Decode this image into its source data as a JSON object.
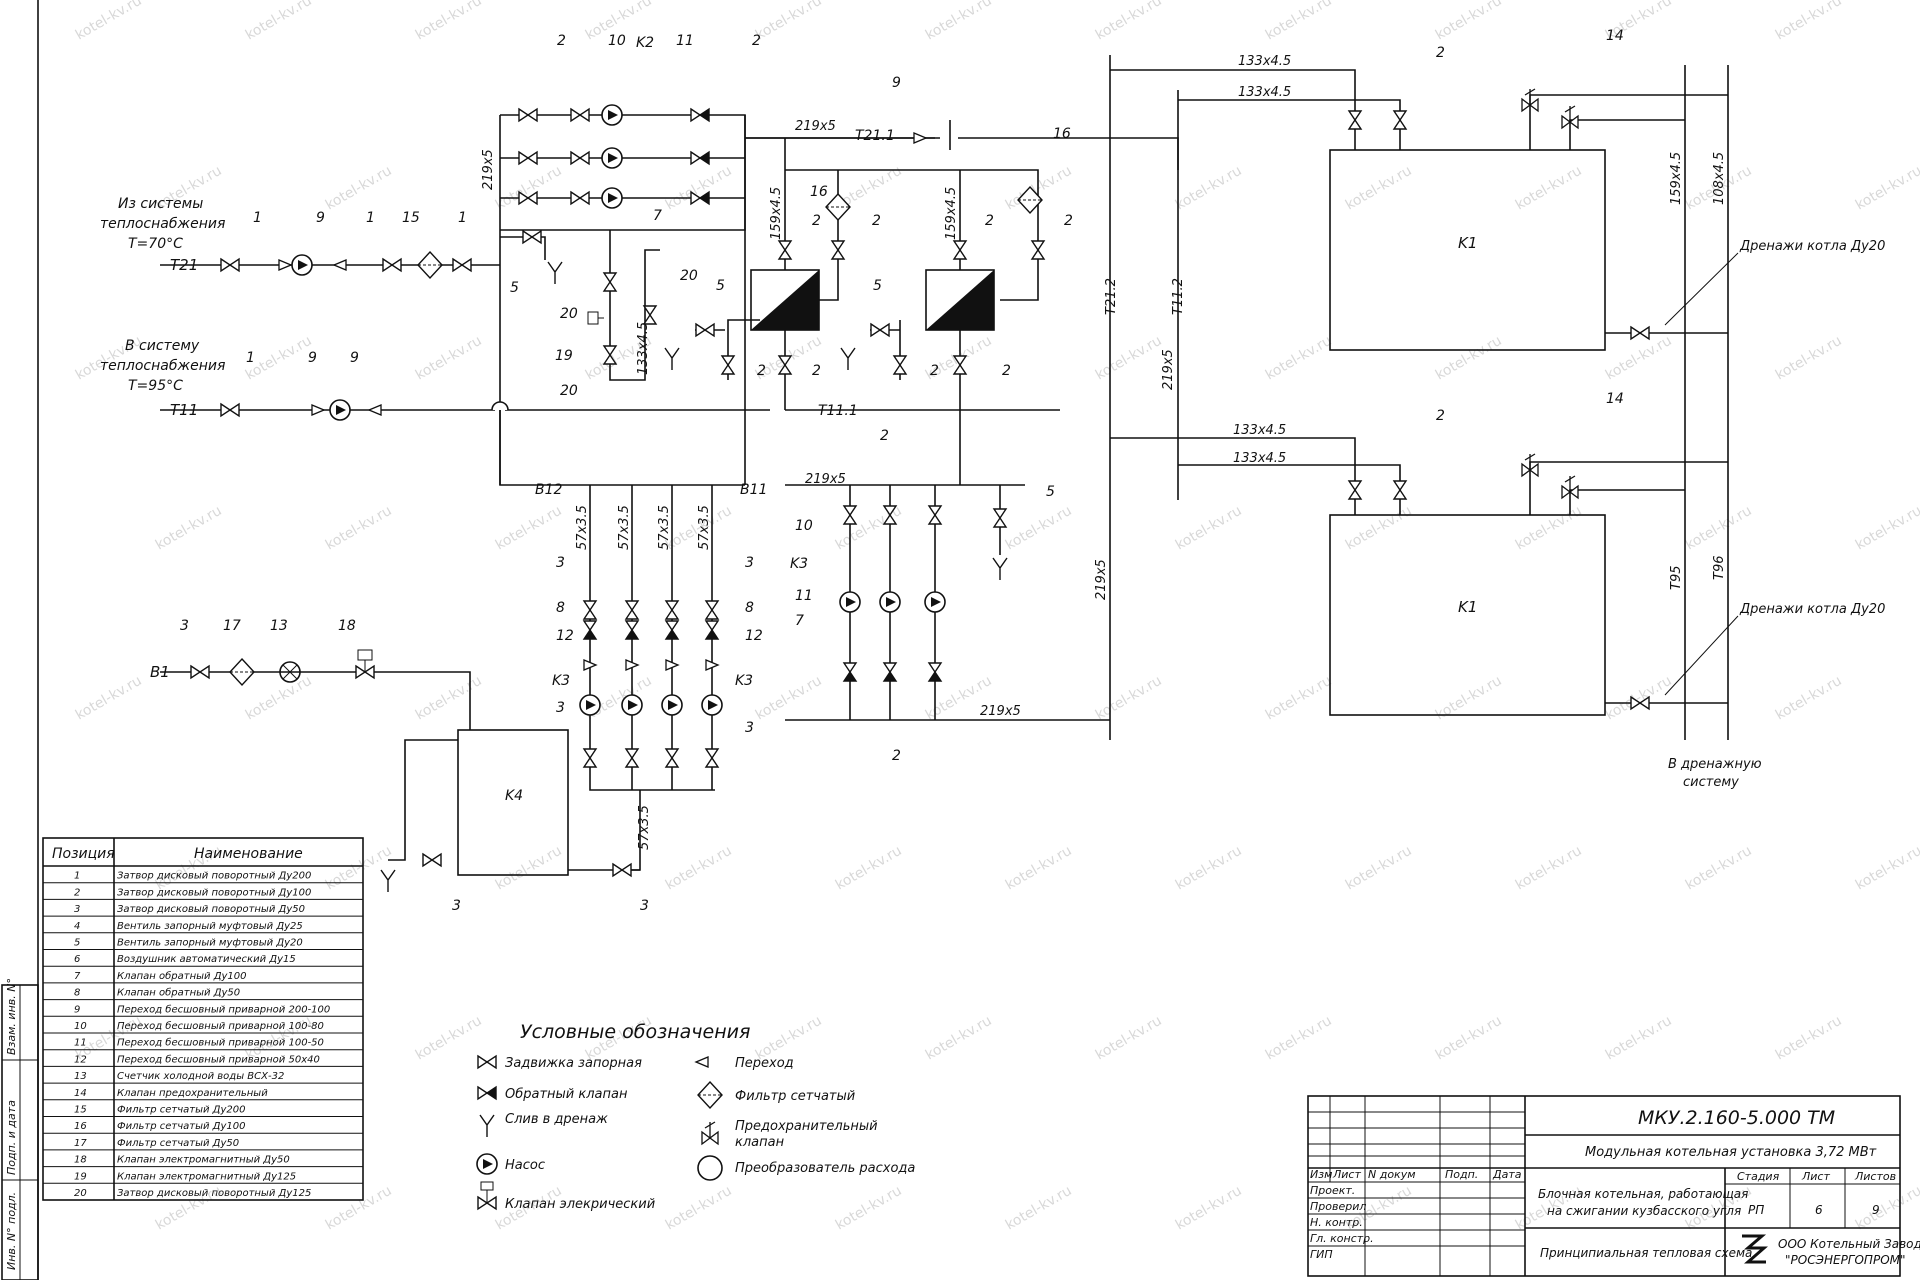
{
  "colors": {
    "ink": "#111111",
    "paper": "#ffffff",
    "watermark": "#d8d8d8"
  },
  "watermark": "kotel-kv.ru",
  "pipes": {
    "T21": "T21",
    "T11": "T11",
    "T21_1": "T21.1",
    "T11_1": "T11.1",
    "T21_2": "T21.2",
    "T11_2": "T11.2",
    "B12": "B12",
    "B11": "B11",
    "B1": "B1",
    "T95": "T95",
    "T96": "T96"
  },
  "inputs": {
    "from_system": [
      "Из системы",
      "теплоснабжения",
      "T=70°C"
    ],
    "to_system": [
      "В систему",
      "теплоснабжения",
      "T=95°C"
    ]
  },
  "equipment": {
    "boiler": "K1",
    "pump_group": "K2",
    "pump": "K3",
    "tank": "K4"
  },
  "sizes": {
    "s219": "219x5",
    "s159": "159x4.5",
    "s133": "133x4.5",
    "s108": "108x4.5",
    "s57": "57x3.5"
  },
  "drain_labels": {
    "boiler_drain": "Дренажи котла Ду20",
    "to_drain": [
      "В дренажную",
      "систему"
    ]
  },
  "positions_table": {
    "header_pos": "Позиция",
    "header_name": "Наименование",
    "rows": [
      {
        "pos": "1",
        "name": "Затвор дисковый поворотный Ду200"
      },
      {
        "pos": "2",
        "name": "Затвор дисковый поворотный Ду100"
      },
      {
        "pos": "3",
        "name": "Затвор дисковый поворотный Ду50"
      },
      {
        "pos": "4",
        "name": "Вентиль запорный муфтовый Ду25"
      },
      {
        "pos": "5",
        "name": "Вентиль запорный муфтовый Ду20"
      },
      {
        "pos": "6",
        "name": "Воздушник автоматический Ду15"
      },
      {
        "pos": "7",
        "name": "Клапан обратный Ду100"
      },
      {
        "pos": "8",
        "name": "Клапан обратный Ду50"
      },
      {
        "pos": "9",
        "name": "Переход бесшовный приварной 200-100"
      },
      {
        "pos": "10",
        "name": "Переход бесшовный приварной 100-80"
      },
      {
        "pos": "11",
        "name": "Переход бесшовный приварной 100-50"
      },
      {
        "pos": "12",
        "name": "Переход бесшовный приварной 50x40"
      },
      {
        "pos": "13",
        "name": "Счетчик холодной воды ВСХ-32"
      },
      {
        "pos": "14",
        "name": "Клапан предохранительный"
      },
      {
        "pos": "15",
        "name": "Фильтр сетчатый Ду200"
      },
      {
        "pos": "16",
        "name": "Фильтр сетчатый Ду100"
      },
      {
        "pos": "17",
        "name": "Фильтр сетчатый Ду50"
      },
      {
        "pos": "18",
        "name": "Клапан электромагнитный Ду50"
      },
      {
        "pos": "19",
        "name": "Клапан электромагнитный Ду125"
      },
      {
        "pos": "20",
        "name": "Затвор дисковый поворотный Ду125"
      }
    ]
  },
  "legend": {
    "title": "Условные обозначения",
    "items": {
      "gate_valve": "Задвижка запорная",
      "check_valve": "Обратный клапан",
      "drain": "Слив в дренаж",
      "pump": "Насос",
      "electric_valve": "Клапан элекрический",
      "reducer": "Переход",
      "filter": "Фильтр сетчатый",
      "safety_valve": [
        "Предохранительный",
        "клапан"
      ],
      "flow_meter": "Преобразователь расхода"
    }
  },
  "title_block": {
    "code": "МКУ.2.160-5.000 ТМ",
    "product": "Модульная котельная установка 3,72 МВт",
    "description": [
      "Блочная котельная, работающая",
      "на сжигании кузбасского угля"
    ],
    "sheet_name": "Принципиальная тепловая схема",
    "cols": [
      "Изм",
      "Лист",
      "N докум",
      "Подп.",
      "Дата"
    ],
    "roles": [
      "Проект.",
      "Проверил",
      "Н. контр.",
      "Гл. констр.",
      "ГИП"
    ],
    "stage_label": "Стадия",
    "sheet_label": "Лист",
    "sheets_label": "Листов",
    "stage": "РП",
    "sheet": "6",
    "sheets": "9",
    "company": [
      "ООО Котельный Завод",
      "\"РОСЭНЕРГОПРОМ\""
    ]
  },
  "side_stamp": [
    "Взам. инв. N°",
    "Подп. и дата",
    "Инв. N° подл."
  ]
}
